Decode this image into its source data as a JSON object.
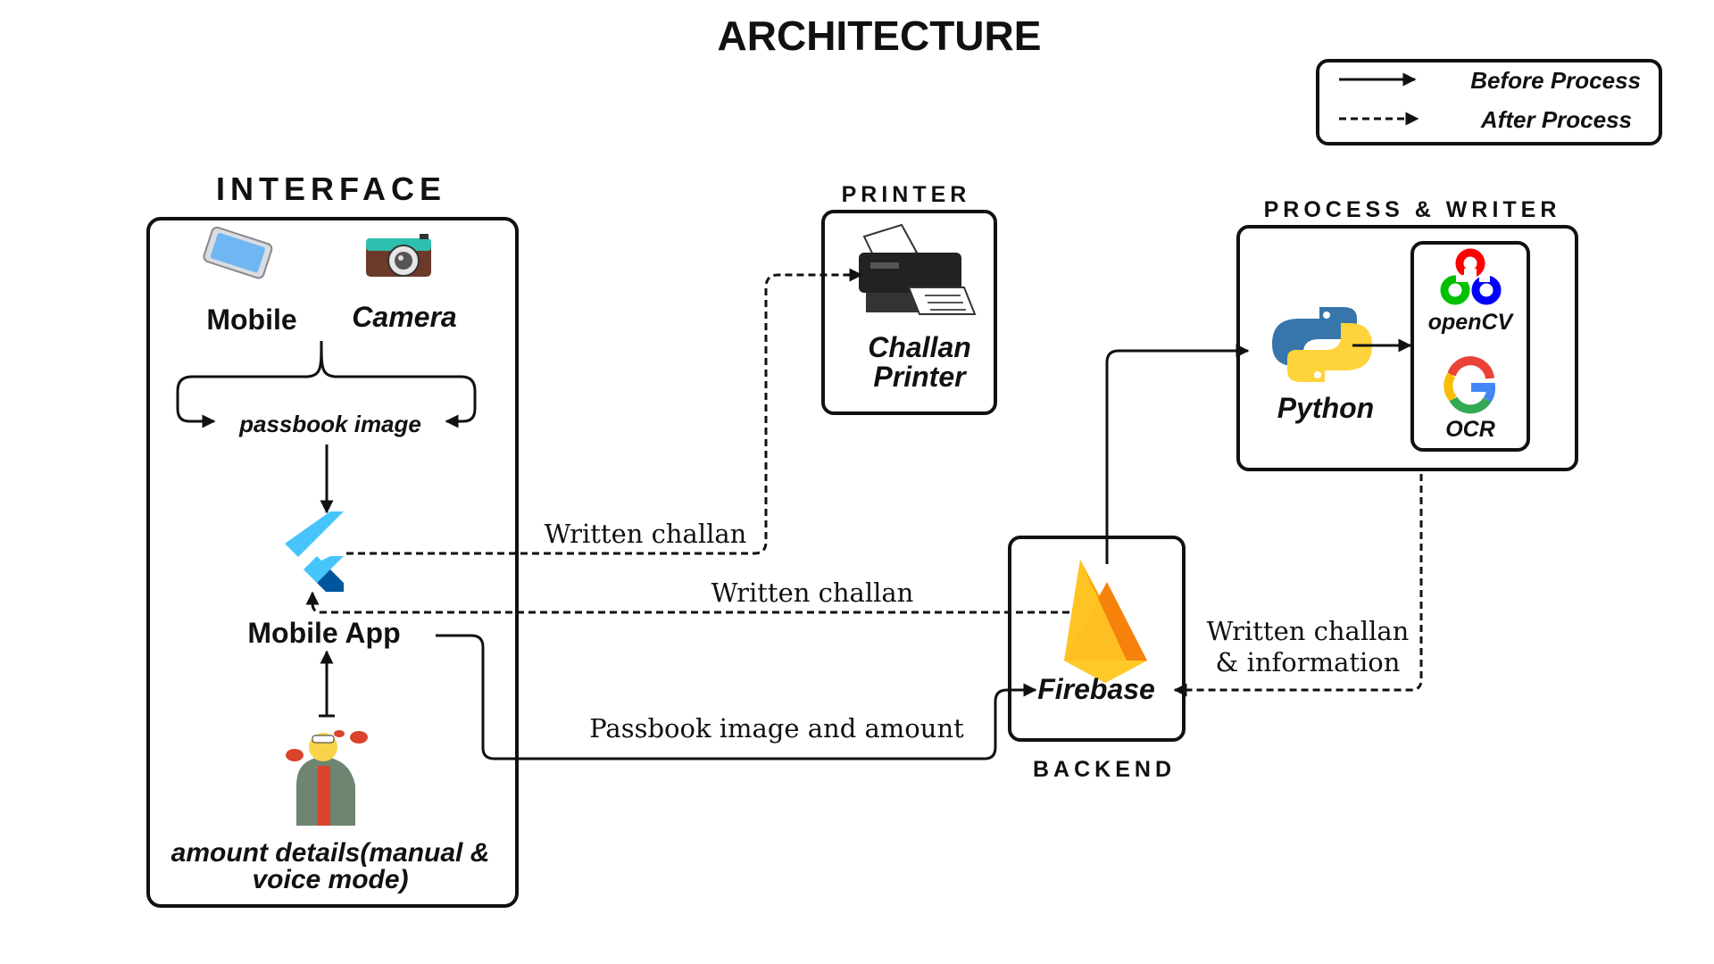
{
  "title": "ARCHITECTURE",
  "legend": {
    "solid_label": "Before Process",
    "dashed_label": "After Process"
  },
  "interface": {
    "heading": "INTERFACE",
    "mobile_label": "Mobile",
    "camera_label": "Camera",
    "passbook_label": "passbook  image",
    "mobile_app_label": "Mobile App",
    "amount_line1": "amount details(manual &",
    "amount_line2": "voice mode)"
  },
  "printer": {
    "heading": "PRINTER",
    "label_line1": "Challan",
    "label_line2": "Printer"
  },
  "process": {
    "heading": "PROCESS & WRITER",
    "python_label": "Python",
    "opencv_label": "openCV",
    "ocr_label": "OCR"
  },
  "backend": {
    "heading": "BACKEND",
    "firebase_label": "Firebase"
  },
  "edges": {
    "app_to_printer": "Written challan",
    "firebase_to_app": "Written challan",
    "process_to_firebase_line1": "Written challan",
    "process_to_firebase_line2": "& information",
    "app_to_firebase": "Passbook image and amount"
  },
  "colors": {
    "ink": "#111111",
    "flutter_light": "#47C5FB",
    "flutter_dark": "#00569E",
    "firebase_yellow": "#FFCA28",
    "firebase_orange": "#F6820C",
    "python_blue": "#3776AB",
    "python_yellow": "#FFD43B"
  }
}
